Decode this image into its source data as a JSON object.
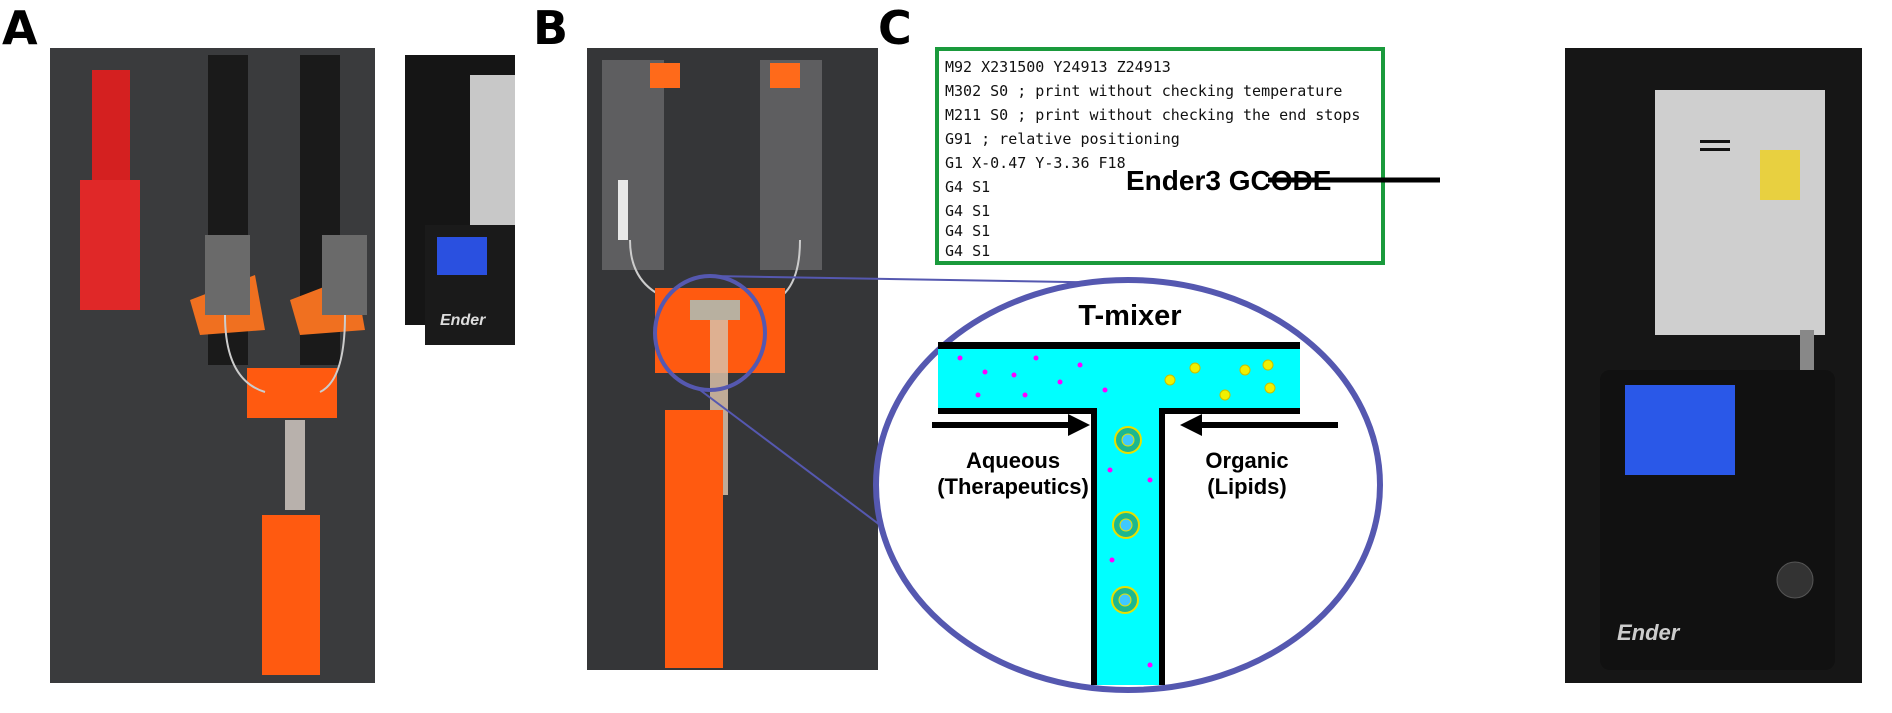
{
  "panels": {
    "a": {
      "label": "A"
    },
    "b": {
      "label": "B"
    },
    "c": {
      "label": "C"
    }
  },
  "gcode": {
    "lines": [
      "M92 X231500 Y24913 Z24913",
      "M302 S0 ; print without checking temperature",
      "M211 S0 ; print without checking the end stops",
      "G91 ; relative positioning",
      "G1 X-0.47 Y-3.36 F18",
      "G4 S1",
      "G4 S1",
      "G4 S1",
      "G4 S1"
    ],
    "border_color": "#1a9a3c"
  },
  "callout": {
    "label": "Ender3 GCODE"
  },
  "tmixer": {
    "title": "T-mixer",
    "left_inlet": {
      "line1": "Aqueous",
      "line2": "(Therapeutics)"
    },
    "right_inlet": {
      "line1": "Organic",
      "line2": "(Lipids)"
    },
    "fluid_color": "#00ffff",
    "ellipse_color": "#5558b0",
    "particle_color": "#ff00ff"
  },
  "printer": {
    "brand": "Ender"
  }
}
